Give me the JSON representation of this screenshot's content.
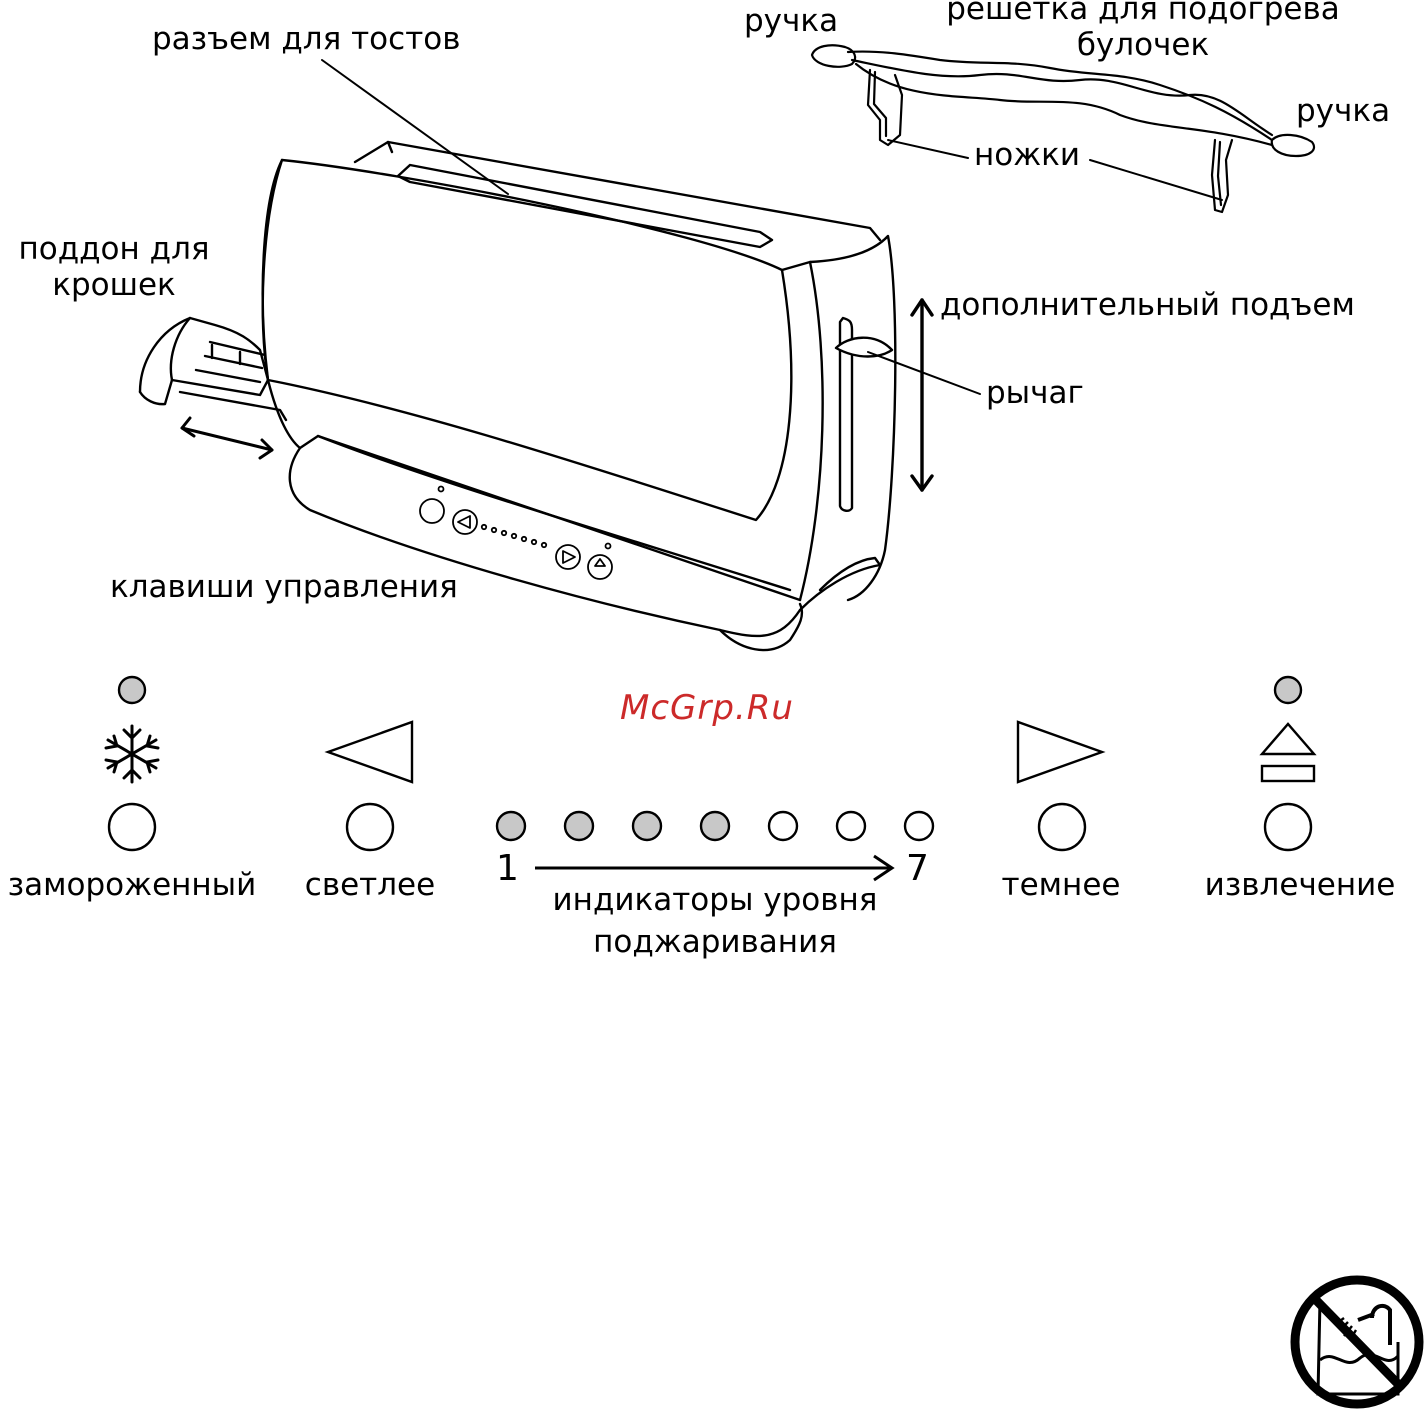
{
  "diagram": {
    "labels": {
      "toast_slot": "разъем для тостов",
      "handle_left": "ручка",
      "bun_rack": "решетка для подогрева\nбулочек",
      "handle_right": "ручка",
      "legs": "ножки",
      "crumb_tray": "поддон для\nкрошек",
      "extra_lift": "дополнительный подъем",
      "lever": "рычаг",
      "control_keys": "клавиши управления"
    },
    "panel": {
      "frozen": "замороженный",
      "lighter": "светлее",
      "darker": "темнее",
      "eject": "извлечение",
      "level_min": "1",
      "level_max": "7",
      "levels_caption": "индикаторы уровня\nподжаривания",
      "levels_total": 7,
      "levels_lit": 4
    },
    "watermark": "McGrp.Ru",
    "icons": {
      "frozen": "snowflake-icon",
      "lighter": "triangle-left-icon",
      "darker": "triangle-right-icon",
      "eject": "eject-icon",
      "warning": "no-immersion-icon"
    },
    "colors": {
      "ink": "#000000",
      "indicator_on": "#c8c8c8",
      "watermark": "#cc2a2a"
    }
  }
}
